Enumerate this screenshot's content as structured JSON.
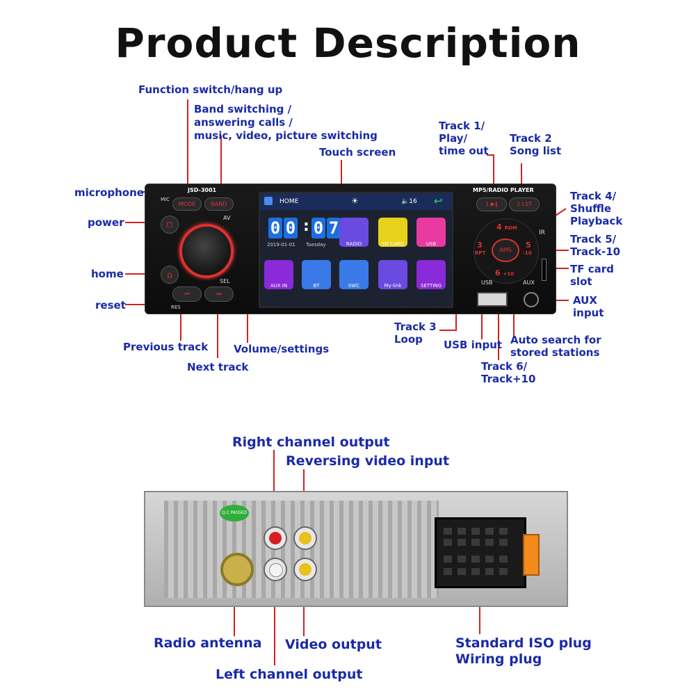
{
  "title": "Product Description",
  "front_labels": {
    "function_switch": "Function switch/hang up",
    "band_line1": "Band switching /",
    "band_line2": "answering calls /",
    "band_line3": "music, video, picture switching",
    "touch_screen": "Touch screen",
    "microphone": "microphone",
    "power": "power",
    "home": "home",
    "reset": "reset",
    "previous_track": "Previous track",
    "next_track": "Next track",
    "volume_settings": "Volume/settings",
    "track1_l1": "Track 1/",
    "track1_l2": "Play/",
    "track1_l3": "time out",
    "track2_l1": "Track 2",
    "track2_l2": "Song list",
    "track4_l1": "Track 4/",
    "track4_l2": "Shuffle",
    "track4_l3": "Playback",
    "track5_l1": "Track 5/",
    "track5_l2": "Track-10",
    "tf_l1": "TF card",
    "tf_l2": "slot",
    "aux_l1": "AUX",
    "aux_l2": "input",
    "track3_l1": "Track 3",
    "track3_l2": "Loop",
    "usb_input": "USB input",
    "auto_l1": "Auto search for",
    "auto_l2": "stored stations",
    "track6_l1": "Track 6/",
    "track6_l2": "Track+10"
  },
  "device": {
    "model": "JSD-3001",
    "player": "MP5/RADIO PLAYER",
    "mic": "MIC",
    "mode_btn": "MODE",
    "band_btn": "BAND",
    "av": "AV",
    "sel": "SEL",
    "res": "RES",
    "usb": "USB",
    "aux": "AUX",
    "ams": "AMS",
    "n1": "1",
    "n2": "2",
    "n3": "3",
    "n4": "4",
    "n5": "5",
    "n6": "6",
    "rpt": "RPT",
    "rdm": "RDM",
    "minus10": "-10",
    "plus10": "+10",
    "lst": "LST",
    "ir": "IR",
    "screen": {
      "home": "HOME",
      "volume": "16",
      "clock_h1": "0",
      "clock_h2": "0",
      "clock_m1": "0",
      "clock_m2": "7",
      "date": "2019-01-01",
      "day": "Tuesday",
      "tiles": [
        "RADIO",
        "SD CARD",
        "USB",
        "AUX IN",
        "BT",
        "SWC",
        "My-link",
        "SETTING"
      ]
    }
  },
  "back_labels": {
    "right_channel": "Right channel output",
    "reversing": "Reversing video input",
    "radio_antenna": "Radio antenna",
    "video_output": "Video output",
    "left_channel": "Left channel output",
    "iso_l1": "Standard ISO plug",
    "iso_l2": "Wiring plug",
    "qc": "Q.C PASSED"
  },
  "colors": {
    "label": "#1a2aa8",
    "line": "#d42020",
    "accent_red": "#e03030"
  }
}
